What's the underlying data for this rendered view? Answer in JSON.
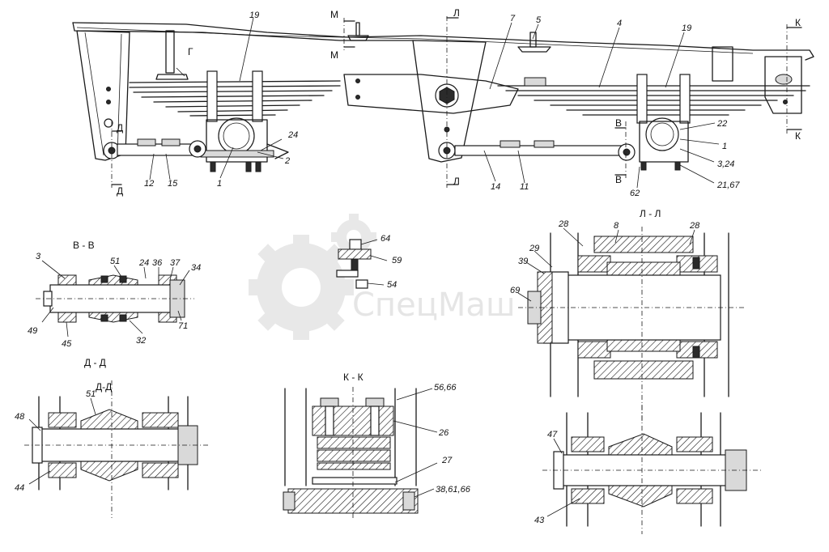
{
  "watermark": {
    "text": "СпецМаш"
  },
  "section_titles": {
    "vv": "В - В",
    "dd_upper": "Д - Д",
    "dd_lower": "Д-Д",
    "kk": "К - К",
    "ll": "Л - Л"
  },
  "section_marks": {
    "m_top": "М",
    "m_bottom": "М",
    "l_top": "Л",
    "l_bottom": "Л",
    "k_top": "К",
    "k_bottom": "К",
    "v_top": "В",
    "v_bottom": "В",
    "d_top": "Д",
    "d_bottom": "Д",
    "g": "Г"
  },
  "main_view_callouts": {
    "c19a": "19",
    "c19b": "19",
    "c7": "7",
    "c5": "5",
    "c4": "4",
    "c24": "24",
    "c2": "2",
    "c1": "1",
    "c12": "12",
    "c15": "15",
    "c14": "14",
    "c11": "11",
    "c22": "22",
    "c1b": "1",
    "c3_24": "3,24",
    "c21_67": "21,67",
    "c62": "62"
  },
  "section_vv_callouts": {
    "c3": "3",
    "c51": "51",
    "c24": "24",
    "c36": "36",
    "c37": "37",
    "c34": "34",
    "c49": "49",
    "c45": "45",
    "c32": "32",
    "c71": "71"
  },
  "section_dd_callouts": {
    "c51": "51",
    "c48": "48",
    "c44": "44"
  },
  "detail_m_callouts": {
    "c64": "64",
    "c59": "59",
    "c54": "54"
  },
  "section_kk_callouts": {
    "c56_66": "56,66",
    "c26": "26",
    "c27": "27",
    "c38_61_66": "38,61,66"
  },
  "section_ll_callouts": {
    "c28a": "28",
    "c8": "8",
    "c28b": "28",
    "c29": "29",
    "c39": "39",
    "c69": "69"
  },
  "lower_right_callouts": {
    "c47": "47",
    "c43": "43"
  }
}
